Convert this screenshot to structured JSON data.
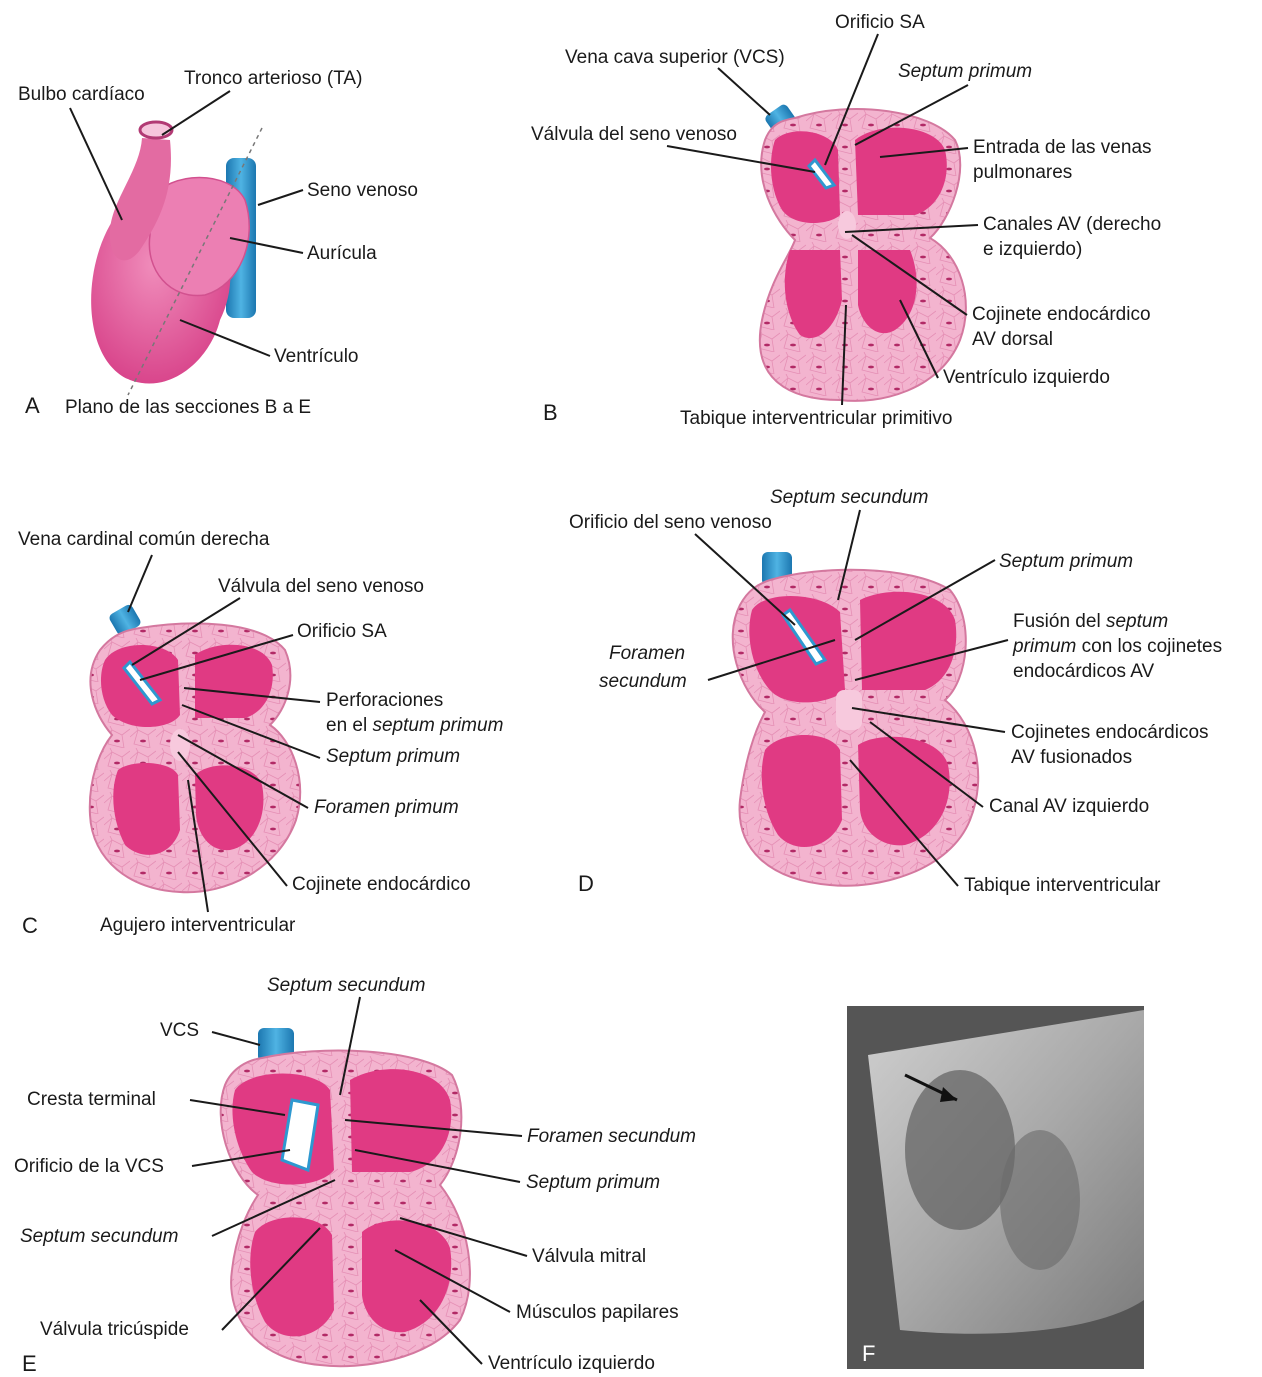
{
  "colors": {
    "wall": "#f3b4cf",
    "chamber": "#e03a83",
    "chamber_dark": "#c72a72",
    "bulb": "#e25598",
    "vessel": "#2e98d0",
    "cushion": "#f7c9dd",
    "ink": "#1a1a1a"
  },
  "panel_a": {
    "letter": "A",
    "bulbo": "Bulbo cardíaco",
    "tronco": "Tronco arterioso (TA)",
    "seno": "Seno venoso",
    "auricula": "Aurícula",
    "ventriculo": "Ventrículo",
    "plano": "Plano de las secciones B a E"
  },
  "panel_b": {
    "letter": "B",
    "vcs": "Vena cava superior (VCS)",
    "orificio": "Orificio SA",
    "septum": "Septum primum",
    "valvula": "Válvula del seno venoso",
    "entrada1": "Entrada de las venas",
    "entrada2": "pulmonares",
    "canales1": "Canales AV (derecho",
    "canales2": "e izquierdo)",
    "cojinete1": "Cojinete endocárdico",
    "cojinete2": "AV dorsal",
    "ventriculo": "Ventrículo izquierdo",
    "tabique": "Tabique interventricular primitivo"
  },
  "panel_c": {
    "letter": "C",
    "vena": "Vena cardinal común derecha",
    "valvula": "Válvula del seno venoso",
    "orificio": "Orificio SA",
    "perf1": "Perforaciones",
    "perf2_pre": "en el ",
    "perf2_it": "septum primum",
    "septum": "Septum primum",
    "foramen": "Foramen primum",
    "cojinete": "Cojinete endocárdico",
    "agujero": "Agujero interventricular"
  },
  "panel_d": {
    "letter": "D",
    "secundum": "Septum secundum",
    "orificio": "Orificio del seno venoso",
    "primum": "Septum primum",
    "fusion1_pre": "Fusión del ",
    "fusion1_it": "septum",
    "fusion2_it": "primum",
    "fusion2_post": " con los cojinetes",
    "fusion3": "endocárdicos AV",
    "foramen1": "Foramen",
    "foramen2": "secundum",
    "cojinetes1": "Cojinetes endocárdicos",
    "cojinetes2": "AV fusionados",
    "canal": "Canal AV izquierdo",
    "tabique": "Tabique interventricular"
  },
  "panel_e": {
    "letter": "E",
    "secundum_top": "Septum secundum",
    "vcs": "VCS",
    "cresta": "Cresta terminal",
    "foramen": "Foramen secundum",
    "orificio": "Orificio de la VCS",
    "primum": "Septum primum",
    "secundum_left": "Septum secundum",
    "mitral": "Válvula mitral",
    "tricuspide": "Válvula tricúspide",
    "musculos": "Músculos papilares",
    "ventriculo": "Ventrículo izquierdo"
  },
  "panel_f": {
    "letter": "F"
  }
}
